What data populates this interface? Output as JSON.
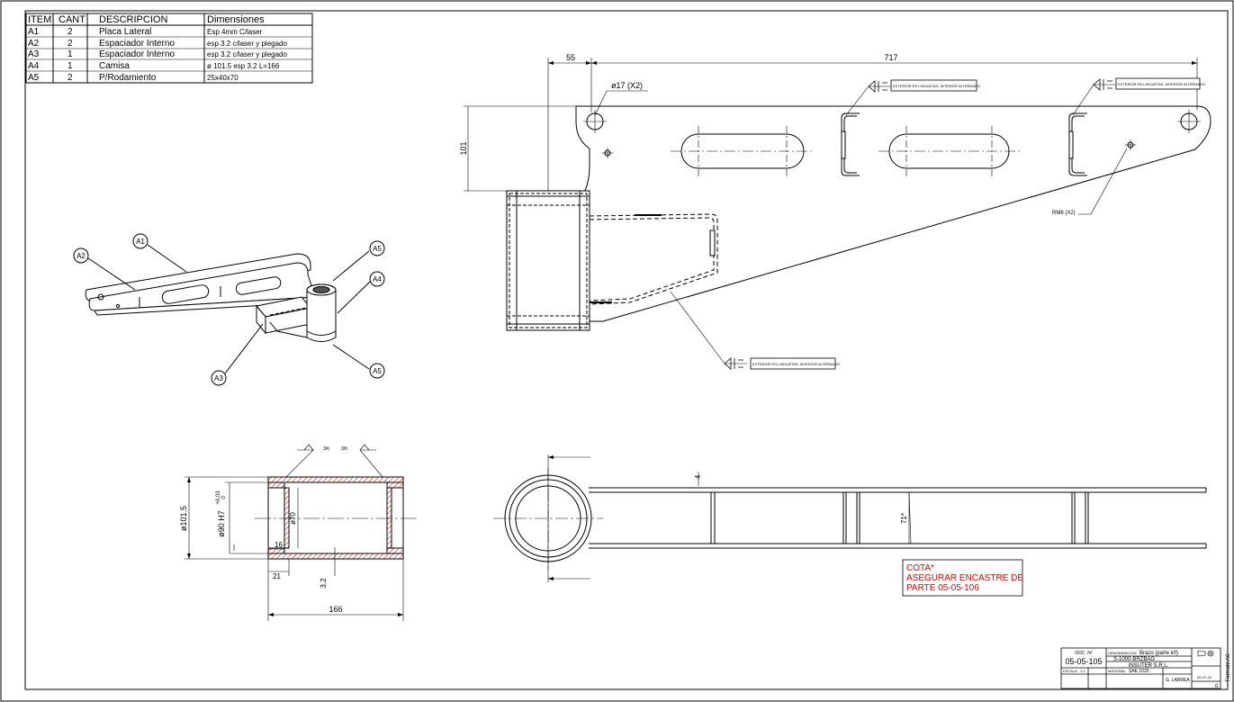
{
  "parts_table": {
    "headers": [
      "ITEM",
      "CANT",
      "DESCRIPCION",
      "Dimensiones"
    ],
    "rows": [
      [
        "A1",
        "2",
        "Placa  Lateral",
        "Esp 4mm C/laser"
      ],
      [
        "A2",
        "2",
        "Espaciador Interno",
        "esp 3.2 c/laser y plegado"
      ],
      [
        "A3",
        "1",
        "Espaciador Interno",
        "esp 3.2 c/laser y plegado"
      ],
      [
        "A4",
        "1",
        "Camisa",
        "ø 101.5 esp 3.2 L=166"
      ],
      [
        "A5",
        "2",
        "P/Rodamiento",
        "25x40x70"
      ]
    ]
  },
  "iso_view": {
    "balloons": [
      "A1",
      "A2",
      "A3",
      "A4",
      "A5",
      "A5"
    ]
  },
  "side_view": {
    "dim_55": "55",
    "dim_717": "717",
    "dim_101": "101",
    "hole_label": "ø17 (X2)",
    "thread_label": "RM8 (X2)",
    "weld_note": "EXTERIOR EN LINGUETAS, INTERIOR ALTERNADO"
  },
  "section_view": {
    "dim_101_5": "ø101.5",
    "dim_90": "ø90 H7",
    "tol_plus": "+0.03",
    "tol_zero": "0",
    "dim_70": "ø70",
    "dim_16": "16",
    "dim_21": "21",
    "dim_3_2": "3.2",
    "dim_166": "166",
    "weld_a": "3/6",
    "weld_b": "3/6"
  },
  "top_view": {
    "dim_4": "4",
    "dim_71": "71*"
  },
  "note": {
    "line1": "COTA*",
    "line2": "ASEGURAR ENCASTRE DE",
    "line3": "PARTE 05-05-106"
  },
  "title_block": {
    "plano_label": "DOC. Nº",
    "drawing_number": "05-05-105",
    "denominacion_label": "DENOMINACION",
    "denominacion": "Brazo (parte inf)",
    "code": "S-1000-BRZBAG",
    "company": "INSUTER S.R.L.",
    "material_label": "MATERIAL",
    "material": "SAE 1020",
    "escala_label": "ESCALA",
    "escala": "1:1",
    "format": "Formato A0",
    "dibujo": "G. LARREA",
    "fecha": "25-07-22",
    "revision": "0"
  },
  "colors": {
    "line": "#000000",
    "note_red": "#e00000",
    "hatch": "#e00000"
  }
}
